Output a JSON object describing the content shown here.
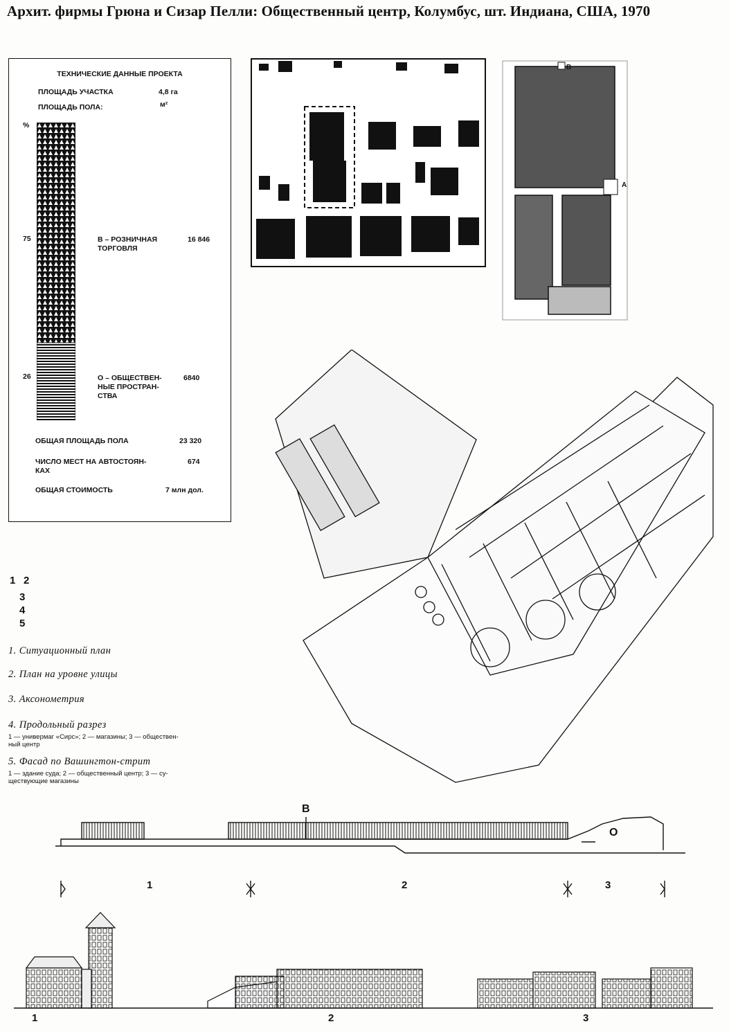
{
  "title": "Архит. фирмы Грюна и Сизар Пелли: Общественный центр, Колумбус, шт. Индиана, США, 1970",
  "tech_data": {
    "heading": "ТЕХНИЧЕСКИЕ ДАННЫЕ ПРОЕКТА",
    "site_area_label": "ПЛОЩАДЬ УЧАСТКА",
    "site_area_value": "4,8 га",
    "floor_area_label": "ПЛОЩАДЬ ПОЛА:",
    "floor_area_unit": "м²",
    "percent_sign": "%",
    "tick_75": "75",
    "tick_26": "26",
    "retail_label": "В – РОЗНИЧНАЯ\nТОРГОВЛЯ",
    "retail_value": "16 846",
    "public_label": "О – ОБЩЕСТВЕН-\nНЫЕ ПРОСТРАН-\nСТВА",
    "public_value": "6840",
    "total_floor_label": "ОБЩАЯ ПЛОЩАДЬ ПОЛА",
    "total_floor_value": "23 320",
    "parking_label": "ЧИСЛО МЕСТ НА АВТОСТОЯН-\nКАХ",
    "parking_value": "674",
    "cost_label": "ОБЩАЯ СТОИМОСТЬ",
    "cost_value": "7 млн дол.",
    "retail_share": 0.74
  },
  "legend": {
    "nums": [
      "1",
      "2",
      "3",
      "4",
      "5"
    ],
    "captions": [
      "1. Ситуационный план",
      "2. План на уровне улицы",
      "3. Аксонометрия",
      "4. Продольный разрез",
      "5. Фасад по Вашингтон-стрит"
    ],
    "note4": "1 — универмаг «Сирс»; 2 — магазины; 3 — обществен-\nный центр",
    "note5": "1 — здание суда; 2 — общественный центр; 3 — су-\nществующие магазины"
  },
  "plan_labels": {
    "b": "В",
    "a": "А"
  },
  "section": {
    "b_label": "В",
    "o_label": "О",
    "zones": [
      "1",
      "2",
      "3"
    ]
  },
  "facade": {
    "labels": [
      "1",
      "2",
      "3"
    ]
  }
}
